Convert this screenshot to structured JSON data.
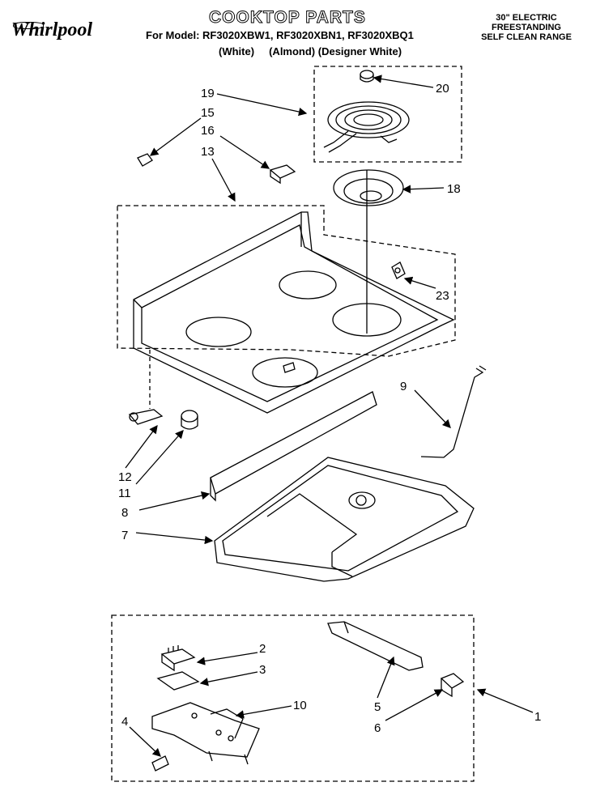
{
  "header": {
    "title": "COOKTOP PARTS",
    "models": "For Model: RF3020XBW1, RF3020XBN1, RF3020XBQ1",
    "variants": "(White)     (Almond) (Designer White)",
    "spec_line1": "30\" ELECTRIC",
    "spec_line2": "FREESTANDING",
    "spec_line3": "SELF CLEAN RANGE"
  },
  "brand": {
    "name": "Whirlpool"
  },
  "callouts": [
    {
      "id": "c20",
      "label": "20"
    },
    {
      "id": "c19",
      "label": "19"
    },
    {
      "id": "c15",
      "label": "15"
    },
    {
      "id": "c16",
      "label": "16"
    },
    {
      "id": "c13",
      "label": "13"
    },
    {
      "id": "c18",
      "label": "18"
    },
    {
      "id": "c23",
      "label": "23"
    },
    {
      "id": "c9",
      "label": "9"
    },
    {
      "id": "c12",
      "label": "12"
    },
    {
      "id": "c11",
      "label": "11"
    },
    {
      "id": "c8",
      "label": "8"
    },
    {
      "id": "c7",
      "label": "7"
    },
    {
      "id": "c2",
      "label": "2"
    },
    {
      "id": "c3",
      "label": "3"
    },
    {
      "id": "c10",
      "label": "10"
    },
    {
      "id": "c4",
      "label": "4"
    },
    {
      "id": "c5",
      "label": "5"
    },
    {
      "id": "c6",
      "label": "6"
    },
    {
      "id": "c1",
      "label": "1"
    }
  ]
}
